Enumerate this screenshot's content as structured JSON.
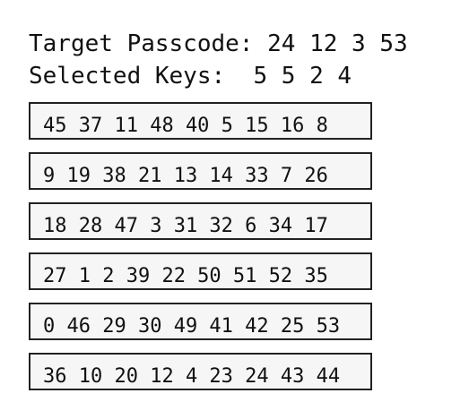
{
  "target": {
    "label": "Target Passcode:",
    "value": "24 12 3 53"
  },
  "selected": {
    "label": "Selected Keys:",
    "value": "5 5 2 4"
  },
  "keypad_rows": [
    "45 37 11 48 40 5 15 16 8",
    "9 19 38 21 13 14 33 7 26",
    "18 28 47 3 31 32 6 34 17",
    "27 1 2 39 22 50 51 52 35",
    "0 46 29 30 49 41 42 25 53",
    "36 10 20 12 4 23 24 43 44"
  ]
}
